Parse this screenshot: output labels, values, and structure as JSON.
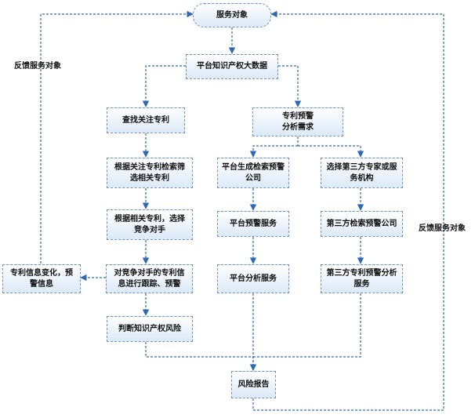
{
  "nodes": {
    "service_object": "服务对象",
    "platform_ip_big_data": "平台知识产权大数据",
    "find_patents": "查找关注专利",
    "patent_warning_needs": "专利预警\n分析需求",
    "screen_related_patents": "根据关注专利检索筛\n选相关专利",
    "select_competitors": "根据相关专利，选择\n竞争对手",
    "track_competitor_patents": "对竞争对手的专利信\n息进行跟踪、预警",
    "judge_ip_risk": "判断知识产权风险",
    "patent_info_change": "专利信息变化，预\n警信息",
    "platform_generates_company": "平台生成检索预警\n公司",
    "platform_warning_service": "平台预警服务",
    "platform_analysis_service": "平台分析服务",
    "choose_third_party": "选择第三方专家或服\n务机构",
    "third_party_search_company": "第三方检索预警公司",
    "third_party_analysis_service": "第三方专利预警分析\n服务",
    "risk_report": "风险报告"
  },
  "labels": {
    "feedback_left": "反馈服务对象",
    "feedback_right": "反馈服务对象"
  },
  "colors": {
    "line": "#2e6ab3",
    "box_border": "#6a94c2",
    "box_fill_top": "#ffffff",
    "box_fill_bottom": "#dce9f7"
  }
}
